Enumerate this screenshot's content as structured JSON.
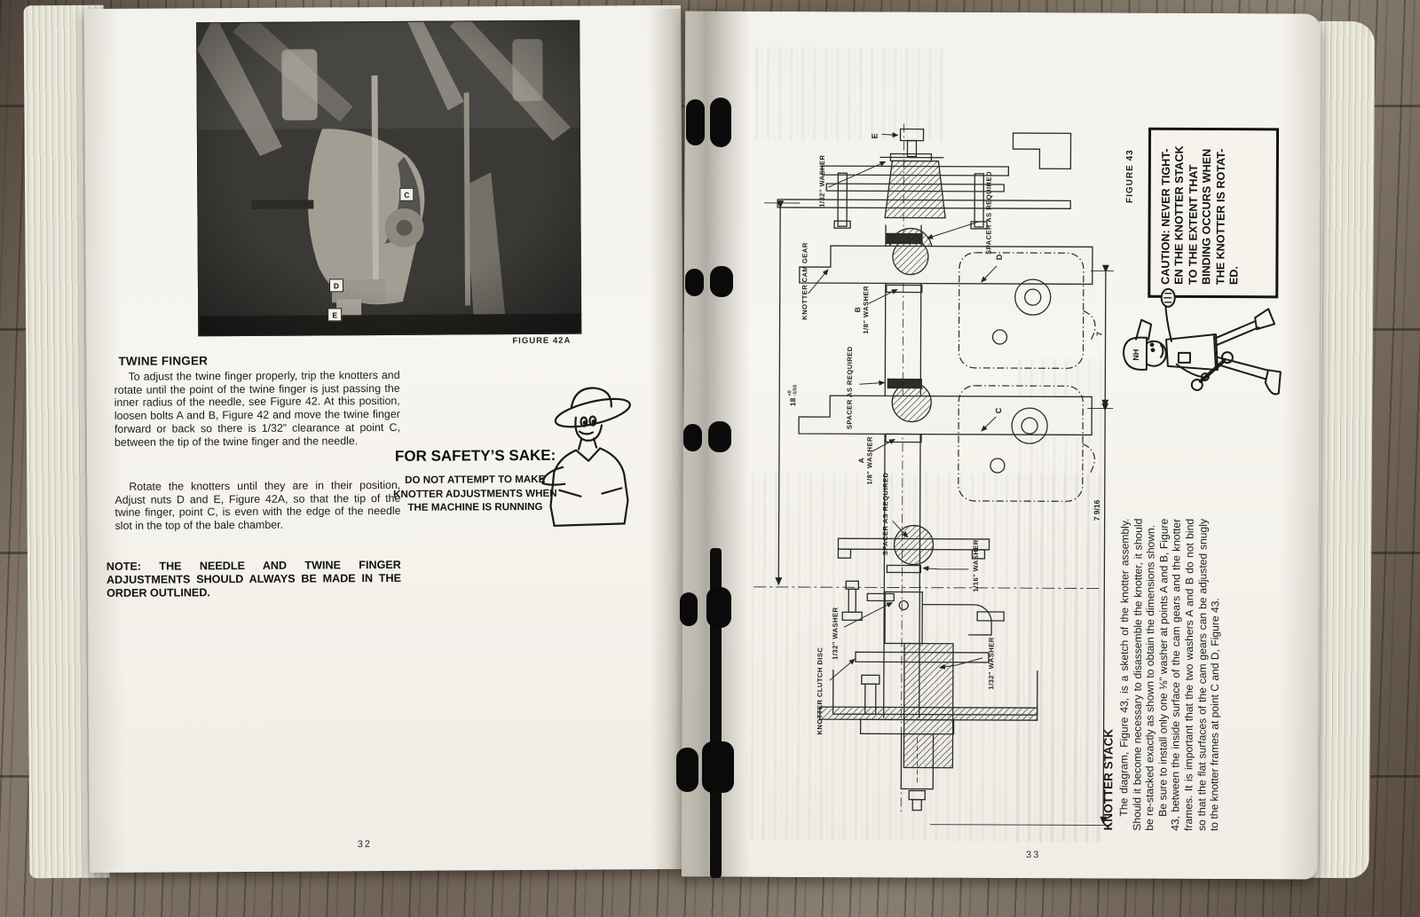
{
  "book": {
    "left_page": {
      "page_number": "32",
      "figure_caption": "FIGURE 42A",
      "photo": {
        "callout_c": "C",
        "callout_d": "D",
        "callout_e": "E"
      },
      "twine_finger": {
        "heading": "TWINE FINGER",
        "para1": "To adjust the twine finger properly, trip the knotters and rotate until the point of the twine finger is just passing the inner radius of the needle, see Figure 42. At this position, loosen bolts A and B, Figure 42 and move the twine finger forward or back so there is 1/32” clearance at point C, between the tip of the twine finger and the needle.",
        "para2": "Rotate the knotters until they are in their position, Adjust nuts D and E, Figure 42A, so that the tip of the twine finger, point C, is even with the edge of the needle slot in the top of the bale chamber.",
        "note": "NOTE: THE NEEDLE AND TWINE FINGER ADJUSTMENTS SHOULD ALWAYS BE MADE IN THE ORDER OUTLINED."
      },
      "safety": {
        "title": "FOR SAFETY’S SAKE:",
        "body": "DO NOT ATTEMPT TO MAKE\nKNOTTER ADJUSTMENTS WHEN\nTHE MACHINE IS RUNNING"
      }
    },
    "right_page": {
      "page_number": "33",
      "figure_caption": "FIGURE 43",
      "caution": "CAUTION: NEVER TIGHT-\nEN THE KNOTTER STACK\nTO THE EXTENT THAT\nBINDING OCCURS WHEN\nTHE KNOTTER IS ROTAT-\nED.",
      "cap_logo": "NH",
      "diagram": {
        "washer_1_32": "1/32\" WASHER",
        "washer_1_8": "1/8\" WASHER",
        "washer_1_16": "1/16\" WASHER",
        "spacer": "SPACER AS REQUIRED",
        "cam_gear": "KNOTTER CAM GEAR",
        "clutch_disc": "KNOTTER CLUTCH DISC",
        "callout_a": "A",
        "callout_b": "B",
        "callout_c": "C",
        "callout_d": "D",
        "callout_e": "E",
        "dim_main": "18",
        "dim_tol_plus": "+0",
        "dim_tol_minus": "-1/16",
        "dim_upper": "7",
        "dim_lower": "7 9/16"
      },
      "knotter_stack": {
        "heading": "KNOTTER STACK",
        "para1": "The diagram, Figure 43, is a sketch of the knotter assembly. Should it become necessary to disassemble the knotter, it should be re-stacked exactly as shown to obtain the dimensions shown.",
        "para2": "Be sure to install only one ⅛” washer at points A and B, Figure 43, between the inside surface of the cam gears and the knotter frames. It is important that the two washers A and B do not bind so that the flat surfaces of the cam gears can be adjusted snugly to the knotter frames at point C and D, Figure 43."
      }
    }
  }
}
